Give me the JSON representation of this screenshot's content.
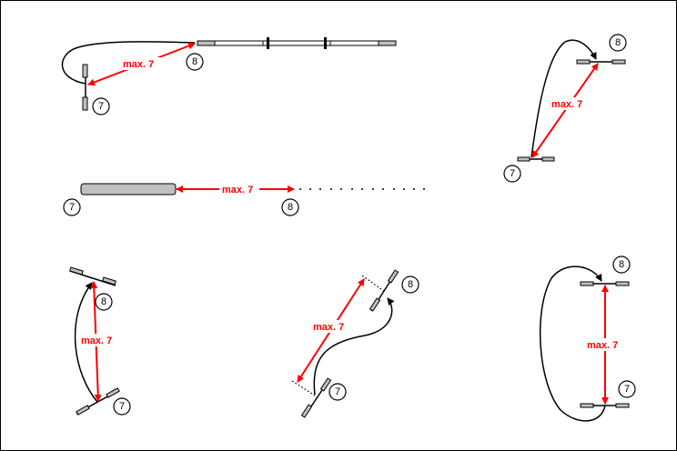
{
  "distance_label": "max. 7",
  "markers": {
    "from": "7",
    "to": "8"
  },
  "colors": {
    "arrow": "#ff0000",
    "line": "#000000",
    "bar": "#c0c0c0"
  },
  "panels": [
    {
      "name": "wand-to-pole",
      "label": "max. 7",
      "from": "7",
      "to": "8"
    },
    {
      "name": "diagonal-wands",
      "label": "max. 7",
      "from": "7",
      "to": "8"
    },
    {
      "name": "cylinder-to-dots",
      "label": "max. 7",
      "from": "7",
      "to": "8"
    },
    {
      "name": "angled-wands-left",
      "label": "max. 7",
      "from": "7",
      "to": "8"
    },
    {
      "name": "offset-wands",
      "label": "max. 7",
      "from": "7",
      "to": "8"
    },
    {
      "name": "parallel-wands",
      "label": "max. 7",
      "from": "7",
      "to": "8"
    }
  ]
}
